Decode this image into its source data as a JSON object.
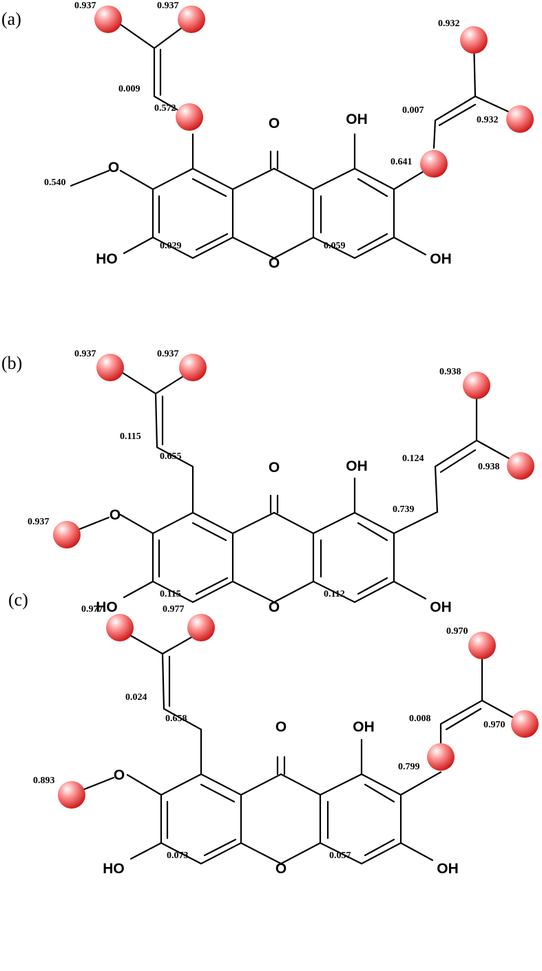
{
  "colors": {
    "bond": "#000000",
    "ball_light": "#ffffff",
    "ball_mid": "#ff9a9a",
    "ball_dark": "#cc1111"
  },
  "atoms": {
    "carbonyl_o": "O",
    "ring_o": "O",
    "methoxy_o": "O",
    "oh": "OH",
    "ho": "HO"
  },
  "panels": [
    {
      "label": "(a)",
      "values": {
        "top_left": "0.937",
        "top_right": "0.937",
        "left_db": "0.009",
        "left_attach": "0.572",
        "methoxy": "0.540",
        "ring_left": "0.029",
        "ring_right": "0.059",
        "right_top": "0.932",
        "right_db": "0.007",
        "right_mid": "0.932",
        "right_attach": "0.641"
      }
    },
    {
      "label": "(b)",
      "values": {
        "top_left": "0.937",
        "top_right": "0.937",
        "left_db": "0.115",
        "left_attach": "0.655",
        "methoxy": "0.937",
        "ring_left": "0.115",
        "ring_right": "0.112",
        "right_top": "0.938",
        "right_db": "0.124",
        "right_mid": "0.938",
        "right_attach": "0.739"
      }
    },
    {
      "label": "(c)",
      "values": {
        "top_left": "0.977",
        "top_right": "0.977",
        "left_db": "0.024",
        "left_attach": "0.658",
        "methoxy": "0.893",
        "ring_left": "0.073",
        "ring_right": "0.057",
        "right_top": "0.970",
        "right_db": "0.008",
        "right_mid": "0.970",
        "right_attach": "0.799"
      }
    }
  ]
}
